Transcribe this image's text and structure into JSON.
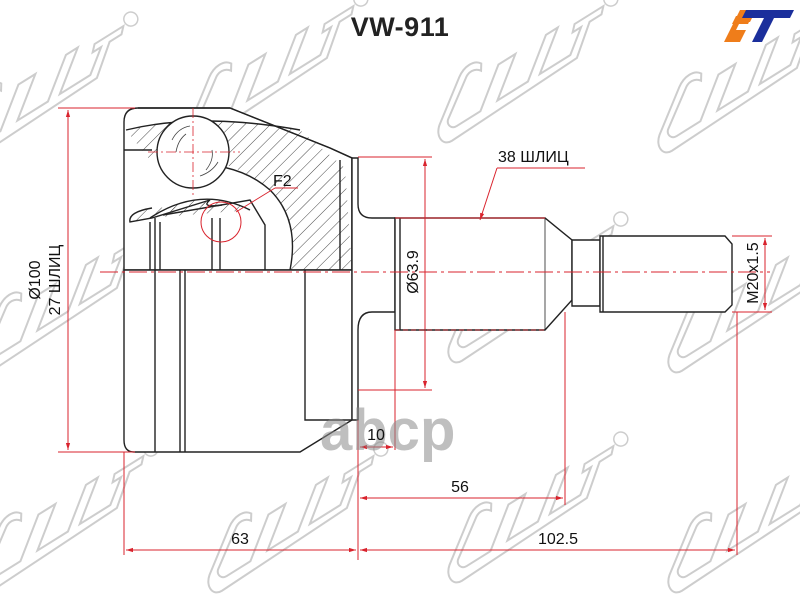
{
  "title": "VW-911",
  "logo": {
    "name": "AT",
    "colors": {
      "orange": "#ef7d1a",
      "blue": "#1b2f9c"
    }
  },
  "watermarks": {
    "brand": "SAT",
    "marketplace": "abcp"
  },
  "colors": {
    "outline": "#222222",
    "dimension": "#d9232d",
    "watermark": "#c8c8c8"
  },
  "labels": {
    "outer_diameter": "Ø100",
    "outer_splines": "27 ШЛИЦ",
    "detail_ref": "F2",
    "inner_splines": "38 ШЛИЦ",
    "shaft_diameter": "Ø63.9",
    "thread": "M20x1.5",
    "dim_10": "10",
    "dim_56": "56",
    "dim_63": "63",
    "dim_102_5": "102.5"
  }
}
